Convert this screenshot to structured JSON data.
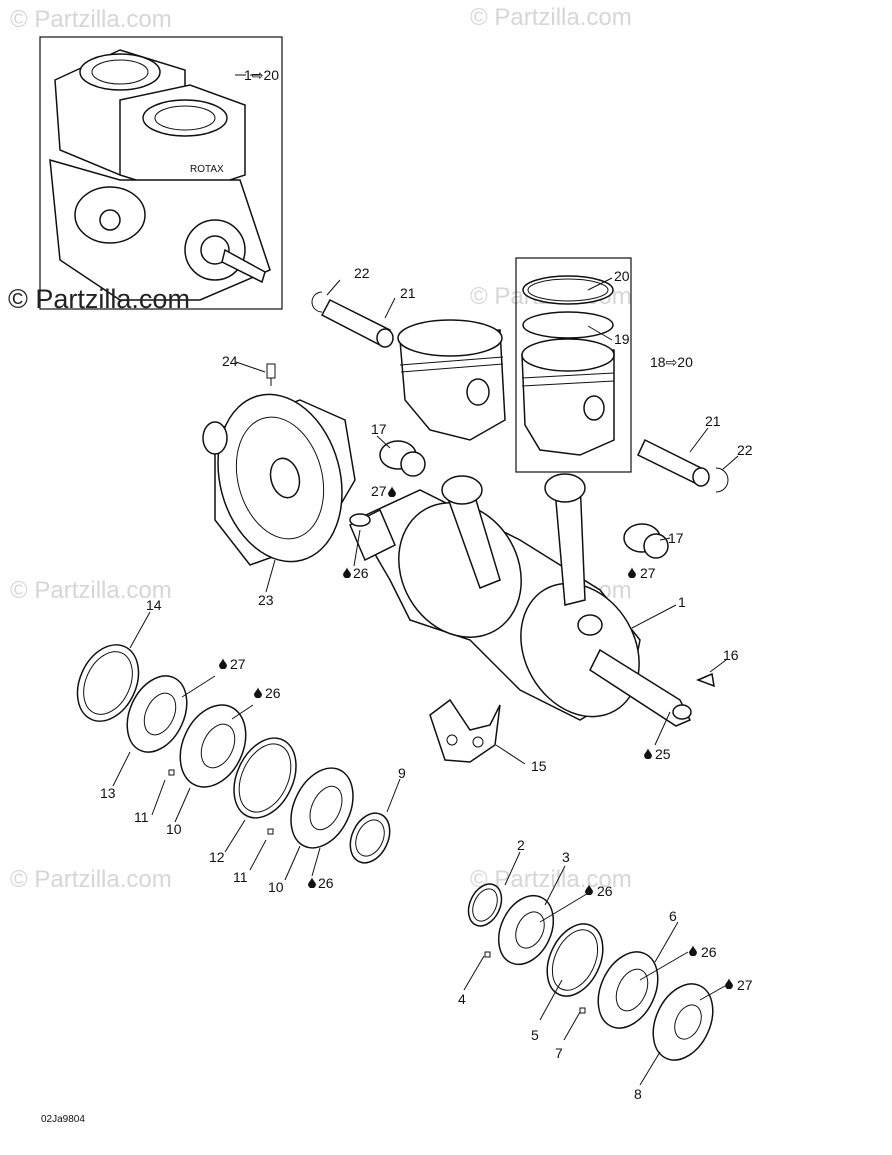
{
  "watermarks": {
    "top_left": "© Partzilla.com",
    "top_right": "© Partzilla.com",
    "inset_overlay": "© Partzilla.com",
    "mid_right": "© Partzilla.com",
    "mid_left": "© Partzilla.com",
    "mid_center": "© Partzilla.com",
    "low_left": "© Partzilla.com",
    "low_right": "© Partzilla.com"
  },
  "drawing_code": "02Ja9804",
  "callouts": {
    "c1_20": "1⇨20",
    "c22a": "22",
    "c21a": "21",
    "c20": "20",
    "c19": "19",
    "c18_20": "18⇨20",
    "c24": "24",
    "c21b": "21",
    "c22b": "22",
    "c17a": "17",
    "c27a": "27",
    "c17b": "17",
    "c27b": "27",
    "c26a": "26",
    "c23": "23",
    "c1": "1",
    "c14": "14",
    "c16": "16",
    "c27c": "27",
    "c26b": "26",
    "c25": "25",
    "c15": "15",
    "c9": "9",
    "c13": "13",
    "c11a": "11",
    "c10a": "10",
    "c12": "12",
    "c11b": "11",
    "c10b": "10",
    "c26c": "26",
    "c2": "2",
    "c3": "3",
    "c26d": "26",
    "c6": "6",
    "c26e": "26",
    "c4": "4",
    "c27d": "27",
    "c5": "5",
    "c7": "7",
    "c8": "8"
  }
}
